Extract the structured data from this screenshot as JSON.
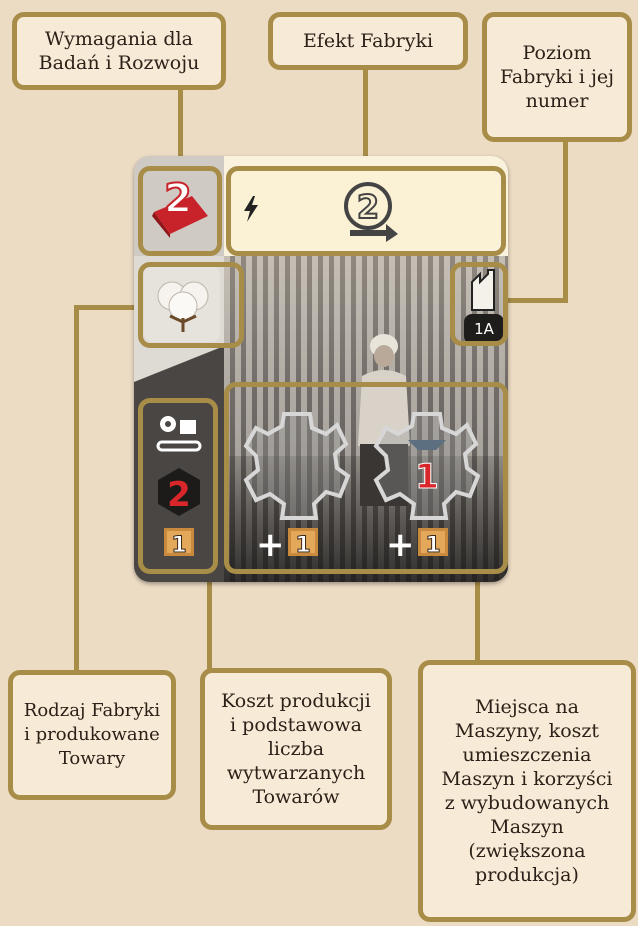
{
  "callouts": {
    "rd_requirements": "Wymagania dla\nBadań i Rozwoju",
    "factory_effect": "Efekt Fabryki",
    "factory_level": "Poziom\nFabryki i jej\nnumer",
    "factory_type": "Rodzaj Fabryki\ni produkowane\nTowary",
    "production_cost": "Koszt produkcji\ni podstawowa\nliczba\nwytwarzanych\nTowarów",
    "machine_slots": "Miejsca na\nMaszyny, koszt\numieszczenia\nMaszyn i korzyści\nz wybudowanych\nMaszyn\n(zwiększona\nprodukcja)"
  },
  "card": {
    "rd_value": "2",
    "effect_value": "2",
    "factory_code": "1A",
    "production_cost": "2",
    "base_goods": "1",
    "machine_slot_2_cost": "1",
    "machine_bonus_1": "1",
    "machine_bonus_2": "1",
    "plus_sign": "+"
  },
  "colors": {
    "callout_border": "#a88d49",
    "callout_fill": "#f7ead6",
    "background": "#eddcc4",
    "cost_red": "#d8262a",
    "goods_orange": "#c98a3e"
  }
}
